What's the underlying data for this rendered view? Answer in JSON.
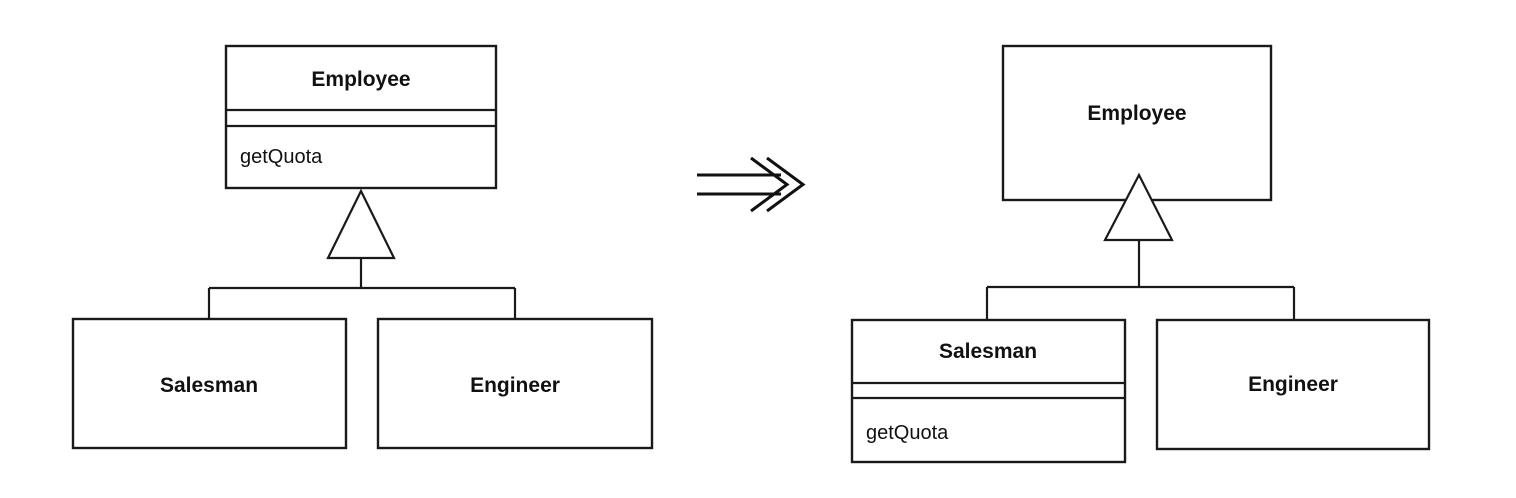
{
  "before": {
    "superclass": {
      "name": "Employee",
      "operations": [
        "getQuota"
      ]
    },
    "subclasses": [
      {
        "name": "Salesman"
      },
      {
        "name": "Engineer"
      }
    ]
  },
  "after": {
    "superclass": {
      "name": "Employee"
    },
    "subclasses": [
      {
        "name": "Salesman",
        "operations": [
          "getQuota"
        ]
      },
      {
        "name": "Engineer"
      }
    ]
  }
}
